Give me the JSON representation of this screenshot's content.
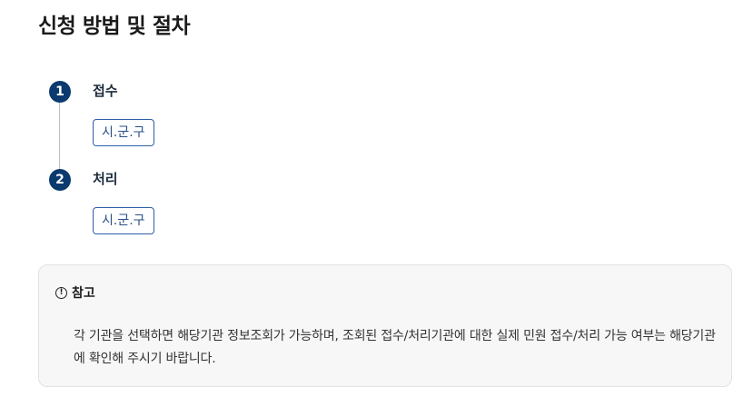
{
  "page": {
    "title": "신청 방법 및 절차"
  },
  "steps": [
    {
      "number": "1",
      "label": "접수",
      "org": "시.군.구"
    },
    {
      "number": "2",
      "label": "처리",
      "org": "시.군.구"
    }
  ],
  "note": {
    "icon": "info-circle-icon",
    "icon_glyph": "!",
    "title": "참고",
    "body": "각 기관을 선택하면 해당기관 정보조회가 가능하며, 조회된 접수/처리기관에 대한 실제 민원 접수/처리 가능 여부는 해당기관에 확인해 주시기 바랍니다."
  },
  "colors": {
    "step_badge": "#0b3a6e",
    "tag_border": "#2f5ea8",
    "note_bg": "#f7f7f7"
  }
}
